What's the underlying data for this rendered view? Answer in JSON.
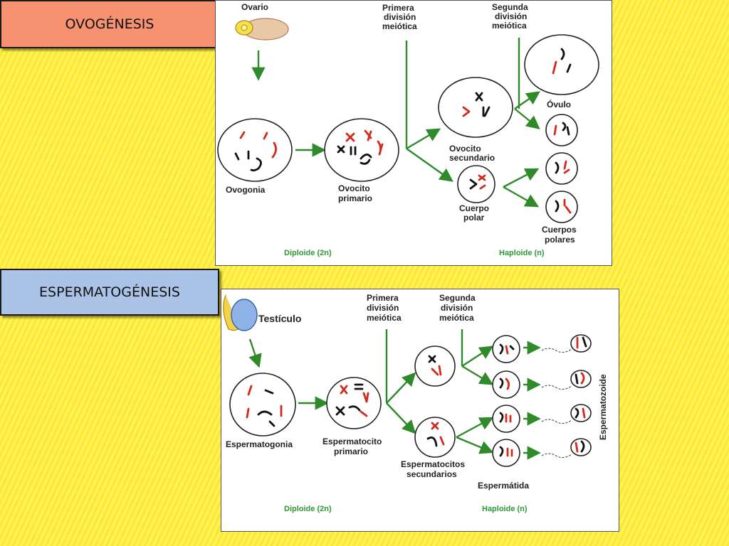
{
  "titles": {
    "ovogenesis": "OVOGÉNESIS",
    "espermatogenesis": "ESPERMATOGÉNESIS"
  },
  "ovo": {
    "ovario": "Ovario",
    "primera": [
      "Primera",
      "división",
      "meiótica"
    ],
    "segunda": [
      "Segunda",
      "división",
      "meiótica"
    ],
    "ovogonia": "Ovogonia",
    "ovocito_primario": [
      "Ovocito",
      "primario"
    ],
    "ovocito_secundario": [
      "Ovocito",
      "secundario"
    ],
    "ovulo": "Óvulo",
    "cuerpo_polar": [
      "Cuerpo",
      "polar"
    ],
    "cuerpos_polares": [
      "Cuerpos",
      "polares"
    ],
    "diploide": "Diploide (2n)",
    "haploide": "Haploide (n)"
  },
  "esp": {
    "testiculo": "Testículo",
    "primera": [
      "Primera",
      "división",
      "meiótica"
    ],
    "segunda": [
      "Segunda",
      "división",
      "meiótica"
    ],
    "espermatogonia": "Espermatogonia",
    "espermatocito_primario": [
      "Espermatocito",
      "primario"
    ],
    "espermatocitos_secundarios": [
      "Espermatocitos",
      "secundarios"
    ],
    "espermatida": "Espermátida",
    "espermatozoide": "Espermatozoide",
    "diploide": "Diploide (2n)",
    "haploide": "Haploide (n)"
  },
  "colors": {
    "arrow": "#2f8a2a",
    "chromosome_red": "#d22a1d",
    "chromosome_black": "#111111",
    "ploidy_label": "#2b9a33",
    "ovo_title_bg": "#f6926f",
    "esp_title_bg": "#aac3e7"
  }
}
